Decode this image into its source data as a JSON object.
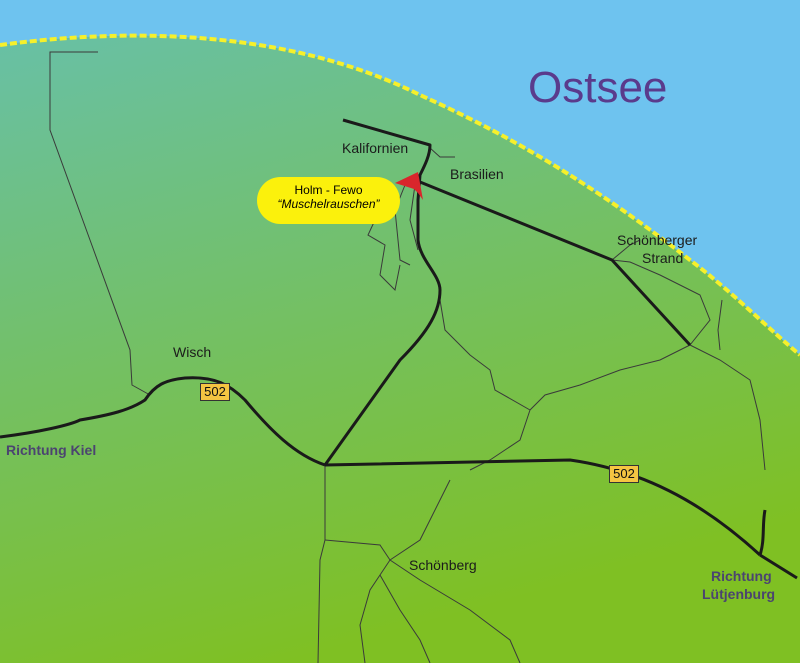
{
  "colors": {
    "sea": "#6ec3ef",
    "land_top": "#68c0a6",
    "land_bottom": "#7fc023",
    "coastline": "#f6f02b",
    "main_road": "#1a1a1a",
    "minor_road": "#3a3a3a",
    "marker_fill": "#fbf10c",
    "arrow": "#d9262c",
    "shield": "#f5c542",
    "sea_label": "#5a3b8c",
    "direction_label": "#4b4470"
  },
  "sea_label": "Ostsee",
  "places": {
    "kalifornien": "Kalifornien",
    "brasilien": "Brasilien",
    "schoenberger_line1": "Schönberger",
    "schoenberger_line2": "Strand",
    "wisch": "Wisch",
    "schoenberg": "Schönberg"
  },
  "directions": {
    "kiel": "Richtung Kiel",
    "luetjenburg_line1": "Richtung",
    "luetjenburg_line2": "Lütjenburg"
  },
  "marker": {
    "title": "Holm - Fewo",
    "subtitle": "“Muschelrauschen”"
  },
  "road_shields": {
    "west": "502",
    "east": "502"
  }
}
